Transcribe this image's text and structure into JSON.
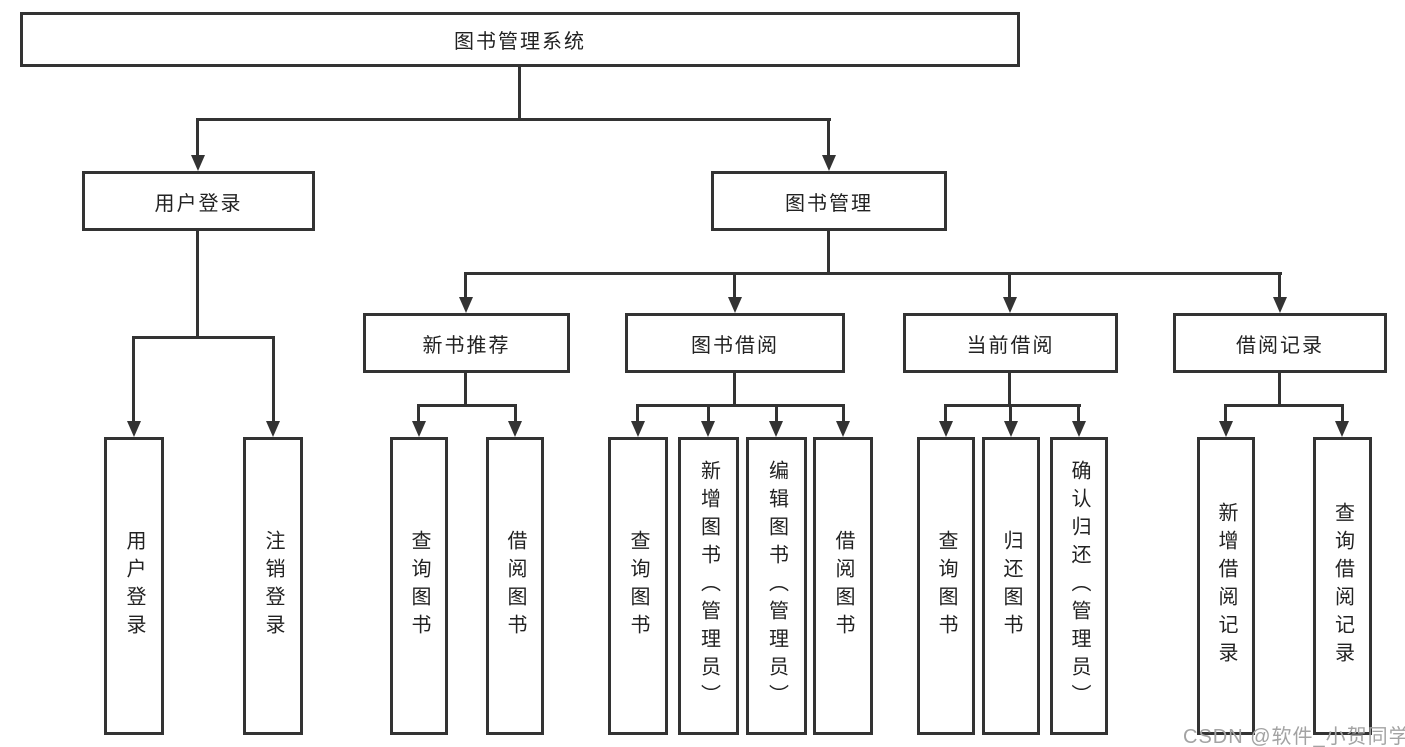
{
  "diagram": {
    "root_label": "图书管理系统",
    "groups": {
      "user": {
        "label": "用户登录",
        "children": [
          {
            "label": "用户登录"
          },
          {
            "label": "注销登录"
          }
        ]
      },
      "mgmt": {
        "label": "图书管理",
        "sections": [
          {
            "label": "新书推荐",
            "children": [
              {
                "label": "查询图书"
              },
              {
                "label": "借阅图书"
              }
            ]
          },
          {
            "label": "图书借阅",
            "children": [
              {
                "label": "查询图书"
              },
              {
                "label": "新增图书（管理员）"
              },
              {
                "label": "编辑图书（管理员）"
              },
              {
                "label": "借阅图书"
              }
            ]
          },
          {
            "label": "当前借阅",
            "children": [
              {
                "label": "查询图书"
              },
              {
                "label": "归还图书"
              },
              {
                "label": "确认归还（管理员）"
              }
            ]
          },
          {
            "label": "借阅记录",
            "children": [
              {
                "label": "新增借阅记录"
              },
              {
                "label": "查询借阅记录"
              }
            ]
          }
        ]
      }
    },
    "watermark": "CSDN @软件_小贺同学",
    "colors": {
      "line": "#333333",
      "box_background": "#ffffff",
      "text": "#222222",
      "watermark": "#a3a3a3"
    }
  }
}
